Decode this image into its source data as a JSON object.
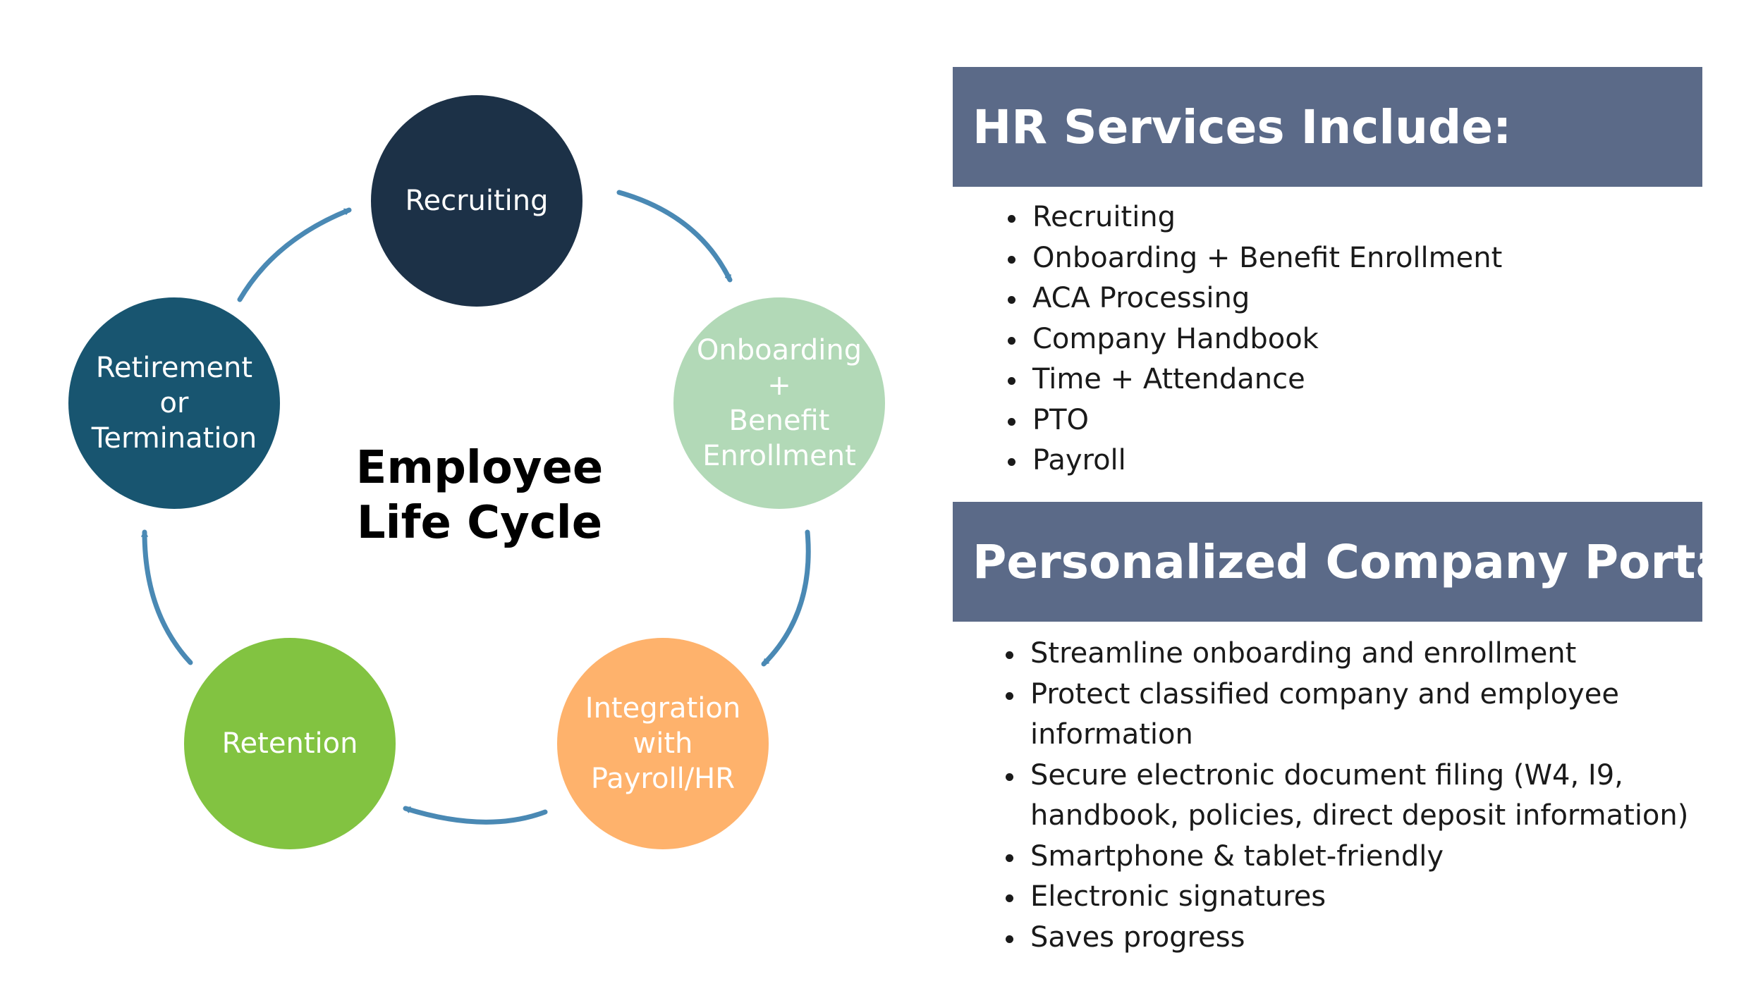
{
  "diagram": {
    "center_title": "Employee\nLife Cycle",
    "arrow_color": "#4a89b4",
    "nodes": [
      {
        "label": "Recruiting",
        "color": "#1c3147"
      },
      {
        "label": "Onboarding +\nBenefit\nEnrollment",
        "color": "#b2d9b7"
      },
      {
        "label": "Integration\nwith\nPayroll/HR",
        "color": "#feb26c"
      },
      {
        "label": "Retention",
        "color": "#82c341"
      },
      {
        "label": "Retirement or\nTermination",
        "color": "#185570"
      }
    ]
  },
  "hr_services": {
    "title": "HR Services Include:",
    "header_color": "#5b6a88",
    "items": [
      "Recruiting",
      "Onboarding + Benefit Enrollment",
      "ACA Processing",
      "Company Handbook",
      "Time + Attendance",
      "PTO",
      "Payroll"
    ]
  },
  "portal": {
    "title": "Personalized Company Portal:",
    "header_color": "#5b6a88",
    "items": [
      "Streamline onboarding and enrollment",
      "Protect classified company and employee information",
      "Secure electronic document filing (W4, I9, handbook, policies, direct deposit information)",
      "Smartphone & tablet-friendly",
      "Electronic signatures",
      "Saves progress"
    ]
  }
}
